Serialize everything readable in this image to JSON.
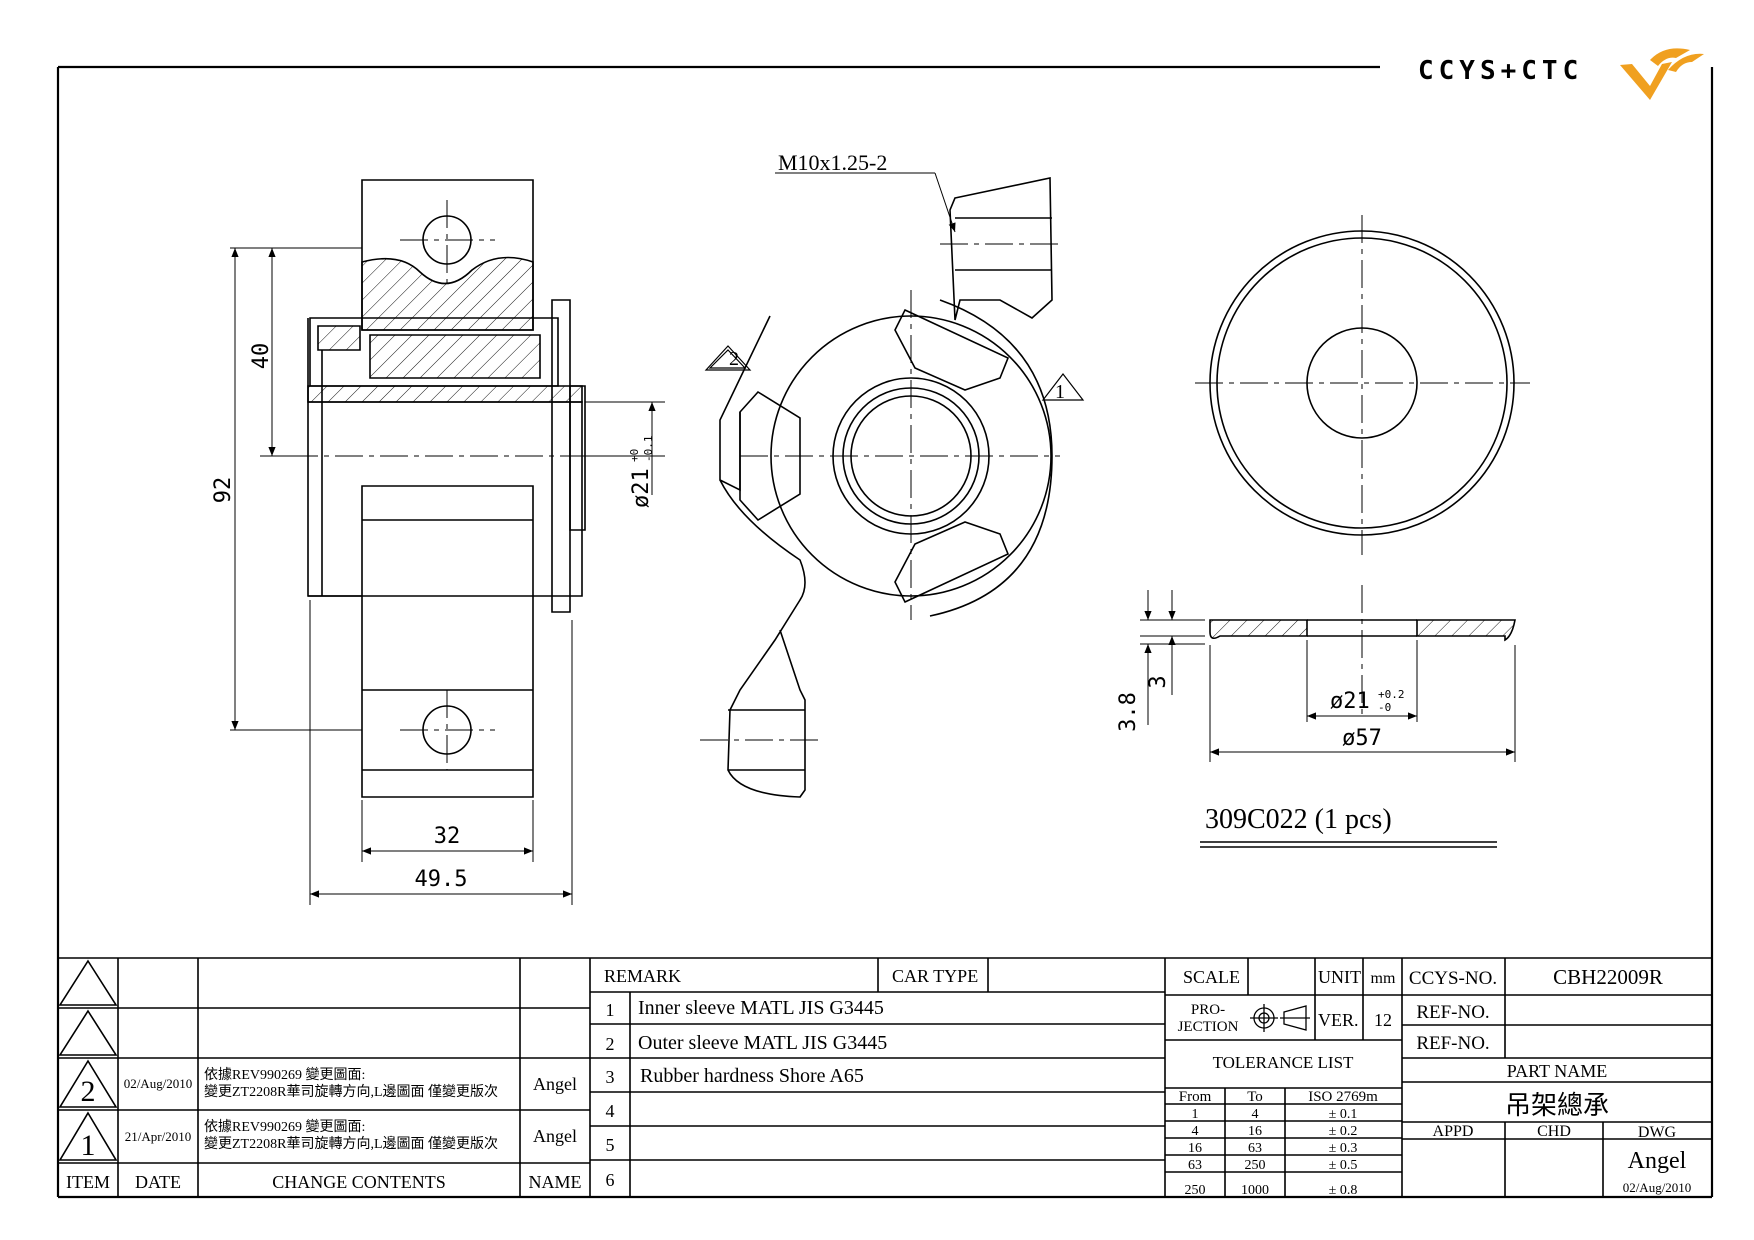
{
  "brand": {
    "logo_text": "CCYS+CTC",
    "colors": {
      "logo_gray": "#8a8a8a",
      "logo_orange": "#f0a020"
    }
  },
  "views": {
    "side": {
      "dim_top": "40",
      "dim_total": "92",
      "dim_dia": "ø21",
      "dim_dia_tol_upper": "+0",
      "dim_dia_tol_lower": "-0.1",
      "dim_width_inner": "32",
      "dim_width_outer": "49.5"
    },
    "front": {
      "thread_label": "M10x1.25-2",
      "marker_1": "1",
      "marker_2": "2"
    },
    "washer": {
      "dim_thick_total": "3.8",
      "dim_thick": "3",
      "dim_inner_dia": "ø21",
      "dim_inner_tol_upper": "+0.2",
      "dim_inner_tol_lower": "-0",
      "dim_outer_dia": "ø57",
      "part_label": "309C022 (1 pcs)"
    }
  },
  "revision_table": {
    "headers": {
      "item": "ITEM",
      "date": "DATE",
      "change": "CHANGE CONTENTS",
      "name": "NAME"
    },
    "rows": [
      {
        "item": "",
        "date": "",
        "change_line1": "",
        "change_line2": "",
        "name": ""
      },
      {
        "item": "",
        "date": "",
        "change_line1": "",
        "change_line2": "",
        "name": ""
      },
      {
        "item": "2",
        "date": "02/Aug/2010",
        "change_line1": "依據REV990269 變更圖面:",
        "change_line2": "變更ZT2208R華司旋轉方向,L邊圖面 僅變更版次",
        "name": "Angel"
      },
      {
        "item": "1",
        "date": "21/Apr/2010",
        "change_line1": "依據REV990269 變更圖面:",
        "change_line2": "變更ZT2208R華司旋轉方向,L邊圖面 僅變更版次",
        "name": "Angel"
      }
    ]
  },
  "remark_table": {
    "remark_label": "REMARK",
    "car_type_label": "CAR TYPE",
    "rows": [
      {
        "no": "1",
        "text": "Inner sleeve MATL JIS G3445"
      },
      {
        "no": "2",
        "text": "Outer sleeve MATL JIS G3445"
      },
      {
        "no": "3",
        "text": "Rubber hardness Shore A65"
      },
      {
        "no": "4",
        "text": ""
      },
      {
        "no": "5",
        "text": ""
      },
      {
        "no": "6",
        "text": ""
      }
    ]
  },
  "info": {
    "scale_label": "SCALE",
    "unit_label": "UNIT",
    "unit_value": "mm",
    "projection_label_1": "PRO-",
    "projection_label_2": "JECTION",
    "ver_label": "VER.",
    "ver_value": "12",
    "tolerance_title": "TOLERANCE LIST",
    "tolerance_headers": {
      "from": "From",
      "to": "To",
      "std": "ISO 2769m"
    },
    "tolerances": [
      {
        "from": "1",
        "to": "4",
        "tol": "± 0.1"
      },
      {
        "from": "4",
        "to": "16",
        "tol": "± 0.2"
      },
      {
        "from": "16",
        "to": "63",
        "tol": "± 0.3"
      },
      {
        "from": "63",
        "to": "250",
        "tol": "± 0.5"
      },
      {
        "from": "250",
        "to": "1000",
        "tol": "± 0.8"
      }
    ],
    "ccys_no_label": "CCYS-NO.",
    "ccys_no_value": "CBH22009R",
    "ref_no_label_1": "REF-NO.",
    "ref_no_label_2": "REF-NO.",
    "part_name_label": "PART NAME",
    "part_name_value": "吊架總承",
    "appd_label": "APPD",
    "chd_label": "CHD",
    "dwg_label": "DWG",
    "dwg_value": "Angel",
    "dwg_date": "02/Aug/2010"
  }
}
